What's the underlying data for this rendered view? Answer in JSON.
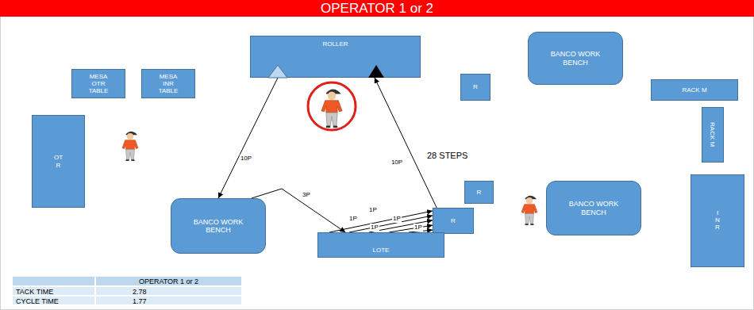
{
  "diagram": {
    "title": "OPERATOR 1 or 2",
    "nodes": [
      {
        "text": [
          "ROLLER"
        ]
      },
      {
        "text": [
          "MESA OTR TABLE"
        ]
      },
      {
        "text": [
          "MESA INR TABLE"
        ]
      },
      {
        "text": [
          "R"
        ]
      },
      {
        "text": [
          "BANCO WORK BENCH"
        ]
      },
      {
        "text": [
          "RACK M"
        ]
      },
      {
        "text": [
          "OT R"
        ]
      },
      {
        "text": [
          "RACK M"
        ]
      },
      {
        "text": [
          "R"
        ]
      },
      {
        "text": [
          "BANCO WORK BENCH"
        ]
      },
      {
        "text": [
          "I N R"
        ]
      },
      {
        "text": [
          "BANCO WORK BENCH"
        ]
      },
      {
        "text": [
          "R"
        ]
      },
      {
        "text": [
          "LOTE"
        ]
      }
    ],
    "edges": [
      {
        "from": 0,
        "to": 11,
        "arrow": "to",
        "label": "10P"
      },
      {
        "from": 11,
        "to": 13,
        "arrow": "to",
        "label": "3P"
      },
      {
        "from": 13,
        "to": 12,
        "arrow": "to",
        "label": "1P"
      },
      {
        "from": 13,
        "to": 12,
        "arrow": "to",
        "label": "1P"
      },
      {
        "from": 13,
        "to": 12,
        "arrow": "to",
        "label": "1P"
      },
      {
        "from": 13,
        "to": 12,
        "arrow": "to",
        "label": "1P"
      },
      {
        "from": 13,
        "to": 12,
        "arrow": "to",
        "label": "1P"
      },
      {
        "from": 12,
        "to": 0,
        "arrow": "to",
        "label": "10P"
      }
    ],
    "labels": [
      "28 STEPS",
      "OPERATOR 1 or 2",
      "TACK TIME",
      "2.78",
      "CYCLE TIME",
      "1.77"
    ]
  }
}
